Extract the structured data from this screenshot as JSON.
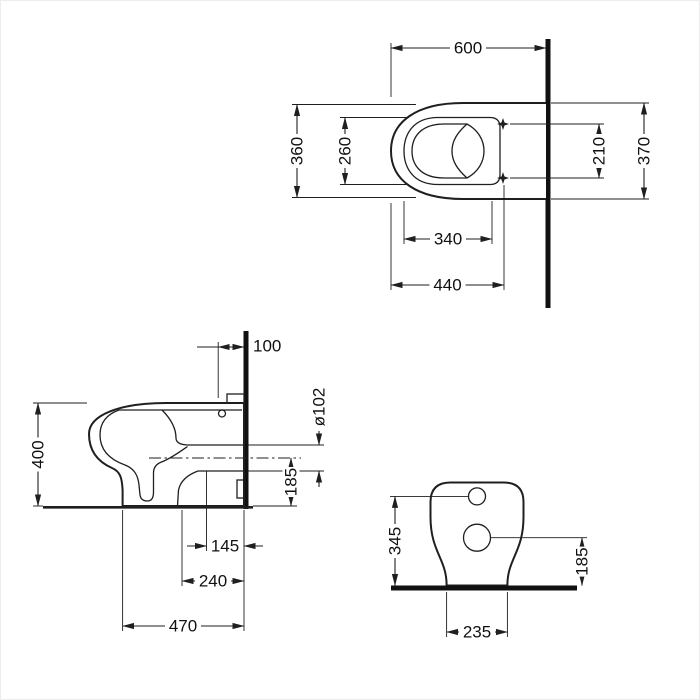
{
  "colors": {
    "line": "#1f1f1f",
    "background": "#ffffff"
  },
  "top_view": {
    "d600": "600",
    "d360": "360",
    "d260": "260",
    "d210": "210",
    "d370": "370",
    "d340": "340",
    "d440": "440"
  },
  "side_view": {
    "d100": "100",
    "d400": "400",
    "outlet_diameter": "ø102",
    "d185": "185",
    "d145": "145",
    "d240": "240",
    "d470": "470"
  },
  "rear_view": {
    "d345": "345",
    "d185": "185",
    "d235": "235"
  }
}
